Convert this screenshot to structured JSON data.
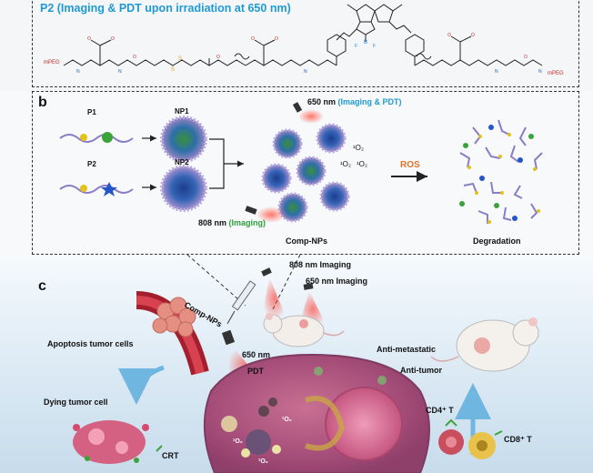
{
  "panel_a": {
    "title": "P2 (Imaging & PDT upon irradiation at 650 nm)",
    "peg_left": "mPEG",
    "peg_right": "mPEG"
  },
  "panel_b": {
    "label": "b",
    "p1": "P1",
    "p2": "P2",
    "np1": "NP1",
    "np2": "NP2",
    "laser_650_prefix": "650 nm",
    "laser_650_suffix": "(Imaging & PDT)",
    "laser_808_prefix": "808 nm",
    "laser_808_suffix": "(Imaging)",
    "singlet_oxygen": "¹O₂",
    "comp_nps": "Comp-NPs",
    "ros": "ROS",
    "degradation": "Degradation"
  },
  "panel_c": {
    "label": "c",
    "imaging_808": "808 nm  Imaging",
    "imaging_650": "650 nm   Imaging",
    "comp_nps": "Comp-NPs",
    "apoptosis": "Apoptosis tumor cells",
    "pdt_650": "650 nm",
    "pdt": "PDT",
    "dying": "Dying tumor cell",
    "crt": "CRT",
    "anti_metastatic": "Anti-metastatic",
    "anti_tumor": "Anti-tumor",
    "cd4": "CD4⁺ T",
    "cd8": "CD8⁺ T",
    "o2_a": "¹O₂",
    "o2_b": "¹O₂",
    "o2_c": "¹O₂"
  },
  "colors": {
    "title_blue": "#1f9ad6",
    "imaging_green": "#2e9e3a",
    "ros_orange": "#e0732a",
    "disulfide": "#d9a11a",
    "arrow_blue": "#6fb6e0"
  }
}
